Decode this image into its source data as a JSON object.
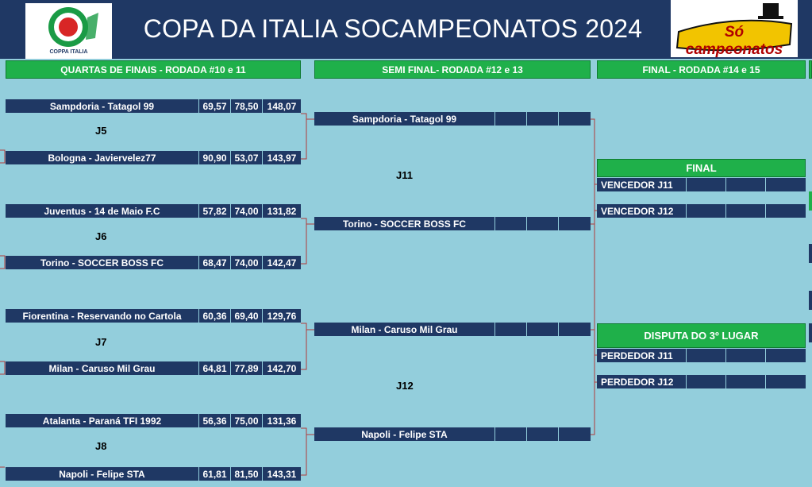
{
  "title": "COPA DA ITALIA SOCAMPEONATOS 2024",
  "logos": {
    "left_text": "COPPA ITALIA",
    "right_text": "Só campeonatos"
  },
  "stages": {
    "quarters": "QUARTAS DE FINAIS - RODADA #10 e 11",
    "semis": "SEMI FINAL- RODADA #12 e 13",
    "final": "FINAL - RODADA #14 e 15"
  },
  "quarters": [
    {
      "label": "J5",
      "teams": [
        {
          "name": "Sampdoria - Tatagol 99",
          "s1": "69,57",
          "s2": "78,50",
          "total": "148,07"
        },
        {
          "name": "Bologna - Javiervelez77",
          "s1": "90,90",
          "s2": "53,07",
          "total": "143,97"
        }
      ]
    },
    {
      "label": "J6",
      "teams": [
        {
          "name": "Juventus - 14 de Maio F.C",
          "s1": "57,82",
          "s2": "74,00",
          "total": "131,82"
        },
        {
          "name": "Torino - SOCCER BOSS FC",
          "s1": "68,47",
          "s2": "74,00",
          "total": "142,47"
        }
      ]
    },
    {
      "label": "J7",
      "teams": [
        {
          "name": "Fiorentina - Reservando no Cartola",
          "s1": "60,36",
          "s2": "69,40",
          "total": "129,76"
        },
        {
          "name": "Milan - Caruso Mil Grau",
          "s1": "64,81",
          "s2": "77,89",
          "total": "142,70"
        }
      ]
    },
    {
      "label": "J8",
      "teams": [
        {
          "name": "Atalanta - Paraná TFI 1992",
          "s1": "56,36",
          "s2": "75,00",
          "total": "131,36"
        },
        {
          "name": "Napoli - Felipe STA",
          "s1": "61,81",
          "s2": "81,50",
          "total": "143,31"
        }
      ]
    }
  ],
  "semis": [
    {
      "label": "J11",
      "teams": [
        "Sampdoria - Tatagol 99",
        "Torino - SOCCER BOSS FC"
      ]
    },
    {
      "label": "J12",
      "teams": [
        "Milan - Caruso Mil Grau",
        "Napoli - Felipe STA"
      ]
    }
  ],
  "final": {
    "header": "FINAL",
    "rows": [
      "VENCEDOR J11",
      "VENCEDOR J12"
    ]
  },
  "third_place": {
    "header": "DISPUTA DO 3º LUGAR",
    "rows": [
      "PERDEDOR J11",
      "PERDEDOR J12"
    ]
  },
  "colors": {
    "background": "#93cedc",
    "navy": "#1f3864",
    "green": "#1fb04a",
    "connector": "#b23a3a"
  }
}
